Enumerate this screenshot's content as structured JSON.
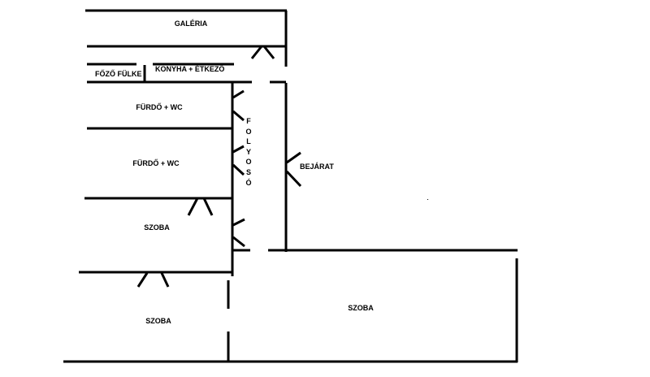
{
  "rooms": {
    "galeria": "GALÉRIA",
    "fozo_fulke": "FŐZŐ FÜLKE",
    "konyha": "KONYHA + ÉTKEZŐ",
    "furdo_1": "FÜRDŐ + WC",
    "furdo_2": "FÜRDŐ + WC",
    "szoba_1": "SZOBA",
    "szoba_2": "SZOBA",
    "szoba_3": "SZOBA"
  },
  "corridor": {
    "letters": "FOLYOSÓ"
  },
  "entrance": "BEJÁRAT",
  "colors": {
    "line": "#000000",
    "background": "#ffffff"
  }
}
